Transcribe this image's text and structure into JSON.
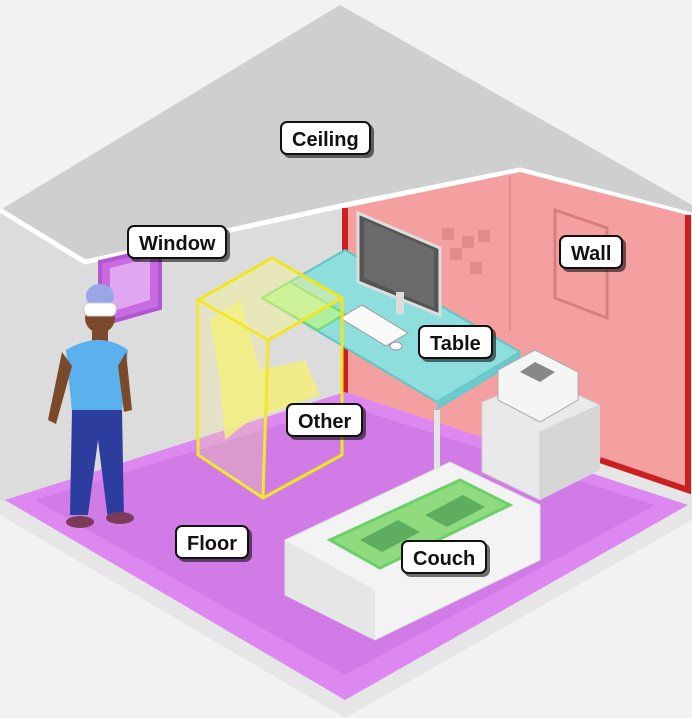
{
  "labels": {
    "ceiling": "Ceiling",
    "window": "Window",
    "wall": "Wall",
    "table": "Table",
    "other": "Other",
    "floor": "Floor",
    "couch": "Couch"
  },
  "colors": {
    "background": "#f2f2f2",
    "ceiling": "#cfcfcf",
    "left_wall": "#d9d9d9",
    "wall_segment": "#f4a0a0",
    "wall_edge": "#cc1f1f",
    "floor_segment": "#dd88f0",
    "window_segment": "#c96be0",
    "table_segment": "#7fd9d9",
    "other_segment": "#f2ef7a",
    "couch_segment": "#7fe07f",
    "label_border": "#111111"
  }
}
